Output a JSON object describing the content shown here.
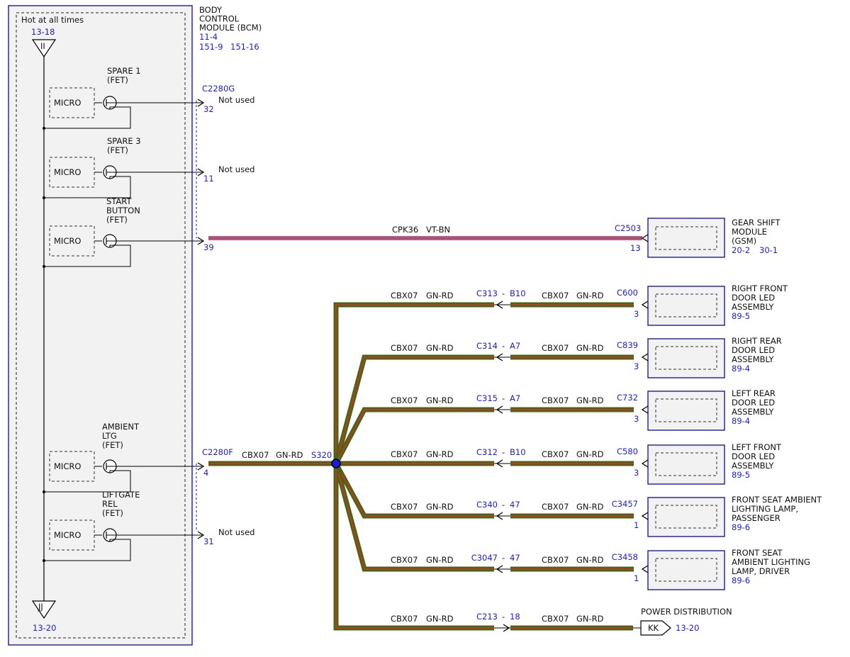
{
  "colors": {
    "module_border": "#2a2aa8",
    "module_fill": "#f2f2f2",
    "wire_green": "#3e6a14",
    "wire_red": "#c8332a",
    "wire_violet": "#c0559a",
    "wire_brown": "#8a5a3a",
    "ref_text": "#1c1cd6",
    "splice": "#1a1aee"
  },
  "bcm": {
    "label_lines": [
      "BODY",
      "CONTROL",
      "MODULE (BCM)"
    ],
    "refs_line1": "11-4",
    "refs_line2a": "151-9",
    "refs_line2b": "151-16",
    "hot_label": "Hot at all times",
    "top_ref": "13-18",
    "top_symbol": "II",
    "bottom_symbol": "JJ",
    "bottom_ref": "13-20",
    "micro_label": "MICRO",
    "channels": [
      {
        "lines": [
          "SPARE 1",
          "(FET)"
        ],
        "connector": "C2280G",
        "pin": "32",
        "note": "Not used"
      },
      {
        "lines": [
          "SPARE 3",
          "(FET)"
        ],
        "connector": "",
        "pin": "11",
        "note": "Not used"
      },
      {
        "lines": [
          "START",
          "BUTTON",
          "(FET)"
        ],
        "connector": "",
        "pin": "39",
        "note": ""
      },
      {
        "lines": [
          "AMBIENT",
          "LTG",
          "(FET)"
        ],
        "connector": "C2280F",
        "pin": "4",
        "note": ""
      },
      {
        "lines": [
          "LIFTGATE",
          "REL",
          "(FET)"
        ],
        "connector": "",
        "pin": "31",
        "note": "Not used"
      }
    ]
  },
  "cpk36_wire": {
    "circuit": "CPK36",
    "color": "VT-BN",
    "connector": "C2503",
    "pin": "13"
  },
  "gsm": {
    "lines": [
      "GEAR SHIFT",
      "MODULE",
      "(GSM)"
    ],
    "ref1": "20-2",
    "ref2": "30-1"
  },
  "main_wire": {
    "circuit": "CBX07",
    "color": "GN-RD",
    "splice": "S320"
  },
  "branches": [
    {
      "circuit": "CBX07",
      "color": "GN-RD",
      "inline_a": "C313",
      "inline_b": "B10",
      "connector": "C600",
      "pin": "3",
      "device": [
        "RIGHT FRONT",
        "DOOR LED",
        "ASSEMBLY"
      ],
      "ref": "89-5"
    },
    {
      "circuit": "CBX07",
      "color": "GN-RD",
      "inline_a": "C314",
      "inline_b": "A7",
      "connector": "C839",
      "pin": "3",
      "device": [
        "RIGHT REAR",
        "DOOR LED",
        "ASSEMBLY"
      ],
      "ref": "89-4"
    },
    {
      "circuit": "CBX07",
      "color": "GN-RD",
      "inline_a": "C315",
      "inline_b": "A7",
      "connector": "C732",
      "pin": "3",
      "device": [
        "LEFT REAR",
        "DOOR LED",
        "ASSEMBLY"
      ],
      "ref": "89-4"
    },
    {
      "circuit": "CBX07",
      "color": "GN-RD",
      "inline_a": "C312",
      "inline_b": "B10",
      "connector": "C580",
      "pin": "3",
      "device": [
        "LEFT FRONT",
        "DOOR LED",
        "ASSEMBLY"
      ],
      "ref": "89-5"
    },
    {
      "circuit": "CBX07",
      "color": "GN-RD",
      "inline_a": "C340",
      "inline_b": "47",
      "connector": "C3457",
      "pin": "1",
      "device": [
        "FRONT SEAT AMBIENT",
        "LIGHTING LAMP,",
        "PASSENGER"
      ],
      "ref": "89-6"
    },
    {
      "circuit": "CBX07",
      "color": "GN-RD",
      "inline_a": "C3047",
      "inline_b": "47",
      "connector": "C3458",
      "pin": "1",
      "device": [
        "FRONT SEAT",
        "AMBIENT LIGHTING",
        "LAMP, DRIVER"
      ],
      "ref": "89-6"
    },
    {
      "circuit": "CBX07",
      "color": "GN-RD",
      "inline_a": "C213",
      "inline_b": "18",
      "connector": "",
      "pin": "",
      "device": [],
      "ref": ""
    }
  ],
  "power_distribution": {
    "label": "POWER DISTRIBUTION",
    "symbol": "KK",
    "ref": "13-20"
  },
  "inline_sep": "-"
}
